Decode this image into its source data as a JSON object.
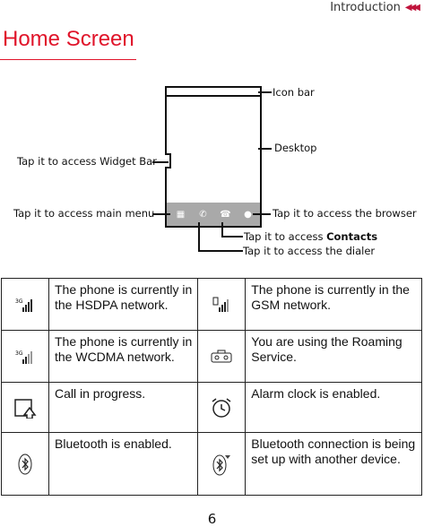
{
  "header": {
    "section": "Introduction"
  },
  "title": "Home Screen",
  "diagram": {
    "icon_bar": "Icon bar",
    "desktop": "Desktop",
    "widget_bar": "Tap it to access Widget Bar",
    "main_menu": "Tap it to access main menu",
    "browser": "Tap it to access the browser",
    "contacts_prefix": "Tap it to access ",
    "contacts_bold": "Contacts",
    "dialer": "Tap it to access the dialer"
  },
  "table": {
    "rows": [
      {
        "left": {
          "icon": "hsdpa-signal-icon",
          "text": "The phone is currently in the HSDPA network."
        },
        "right": {
          "icon": "gsm-signal-icon",
          "text": "The phone is currently in the GSM network."
        }
      },
      {
        "left": {
          "icon": "wcdma-signal-icon",
          "text": "The phone is currently in the WCDMA network."
        },
        "right": {
          "icon": "roaming-icon",
          "text": "You are using the Roaming Service."
        }
      },
      {
        "left": {
          "icon": "call-in-progress-icon",
          "text": "Call in progress."
        },
        "right": {
          "icon": "alarm-clock-icon",
          "text": "Alarm clock is enabled."
        }
      },
      {
        "left": {
          "icon": "bluetooth-icon",
          "text": "Bluetooth is enabled."
        },
        "right": {
          "icon": "bluetooth-connecting-icon",
          "text": "Bluetooth connection is being set up with another device."
        }
      }
    ]
  },
  "page_number": "6"
}
